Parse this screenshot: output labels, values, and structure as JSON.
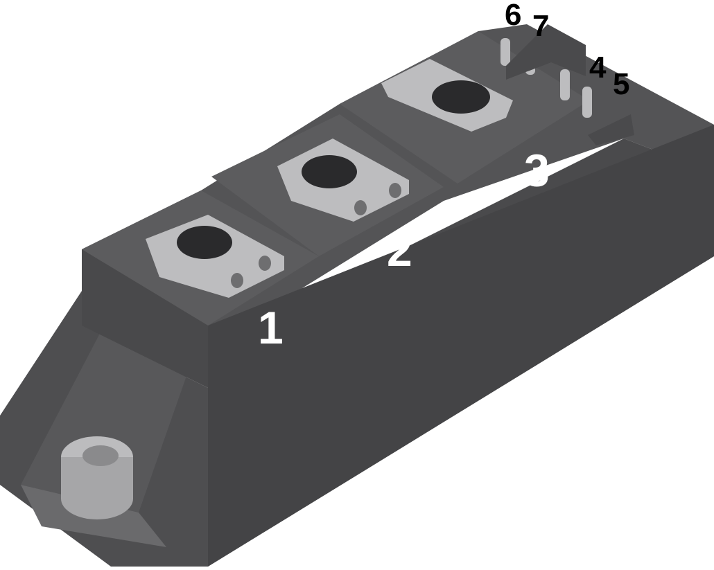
{
  "diagram": {
    "subject": "power semiconductor module (3D render)",
    "colors": {
      "body_top": "#5a5a5c",
      "body_front": "#48484a",
      "body_dark": "#3c3c3e",
      "terminal": "#bdbdbf",
      "terminal_shadow": "#8e8e90",
      "label_main": "#ffffff",
      "label_aux": "#000000",
      "background": "#ffffff"
    },
    "main_terminals": [
      {
        "label": "1"
      },
      {
        "label": "2"
      },
      {
        "label": "3"
      }
    ],
    "aux_terminals": [
      {
        "label": "6"
      },
      {
        "label": "7"
      },
      {
        "label": "4"
      },
      {
        "label": "5"
      }
    ]
  }
}
